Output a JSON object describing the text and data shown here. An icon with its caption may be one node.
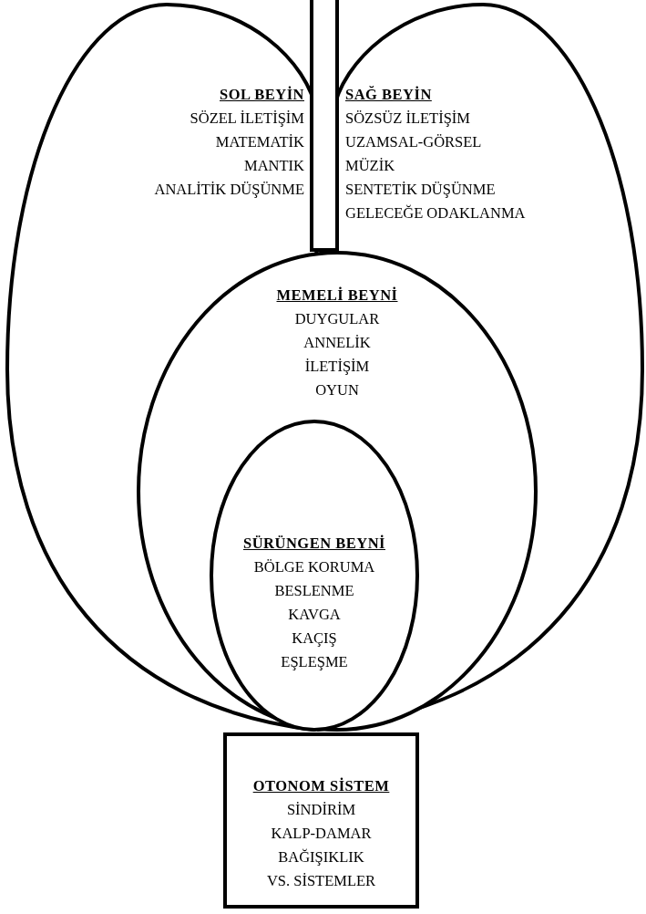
{
  "diagram": {
    "nodes": [
      {
        "text": [
          "SOL BEYİN",
          "SÖZEL İLETİŞİM",
          "MATEMATİK",
          "MANTIK",
          "ANALİTİK DÜŞÜNME"
        ]
      },
      {
        "text": [],
        "shape": "bar"
      },
      {
        "text": [
          "SAĞ BEYİN",
          "SÖZSÜZ İLETİŞİM",
          "UZAMSAL-GÖRSEL",
          "MÜZİK",
          "SENTETİK DÜŞÜNME",
          "GELECEĞE ODAKLANMA"
        ]
      },
      {
        "text": [
          "MEMELİ BEYNİ",
          "DUYGULAR",
          "ANNELİK",
          "İLETİŞİM",
          "OYUN"
        ]
      },
      {
        "text": [
          "SÜRÜNGEN BEYNİ",
          "BÖLGE KORUMA",
          "BESLENME",
          "KAVGA",
          "KAÇIŞ",
          "EŞLEŞME"
        ],
        "in": 3
      },
      {
        "text": [
          "OTONOM SİSTEM",
          "SİNDİRİM",
          "KALP-DAMAR",
          "BAĞIŞIKLIK",
          "VS. SİSTEMLER"
        ]
      }
    ]
  }
}
